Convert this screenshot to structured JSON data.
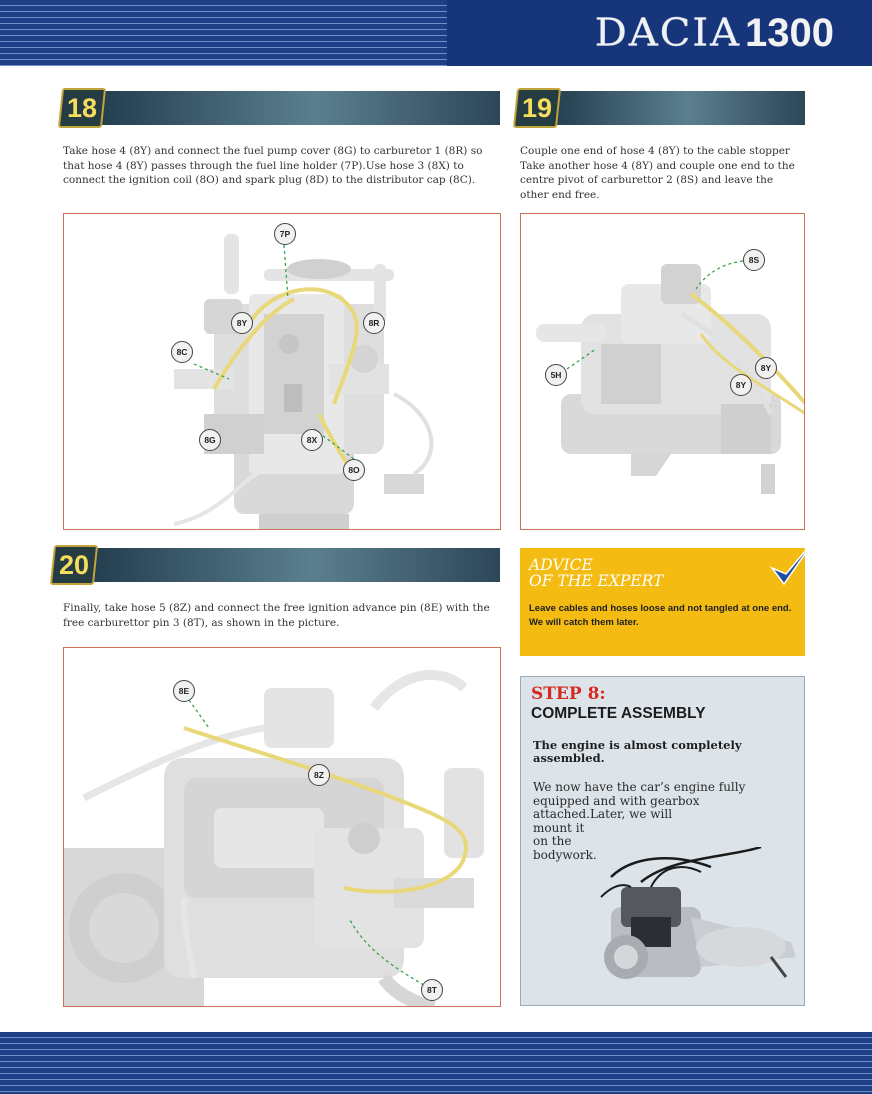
{
  "header": {
    "brand_word": "DACIA",
    "brand_number": "1300"
  },
  "steps": [
    {
      "number": "18",
      "text": "Take hose 4 (8Y) and connect the fuel pump cover (8G) to carburetor 1 (8R) so that hose 4 (8Y) passes through the fuel line holder (7P).Use hose 3 (8X) to connect the ignition coil (8O) and spark plug (8D) to the distributor cap (8C).",
      "callouts": [
        "7P",
        "8Y",
        "8R",
        "8C",
        "8G",
        "8X",
        "8O"
      ]
    },
    {
      "number": "19",
      "text_lines": [
        "Couple one end of hose 4 (8Y) to the cable stopper",
        "Take another hose 4 (8Y) and couple one end to the centre pivot of carburettor 2 (8S) and leave the other end free."
      ],
      "callouts": [
        "8S",
        "5H",
        "8Y",
        "8Y"
      ]
    },
    {
      "number": "20",
      "text": "Finally, take hose 5 (8Z) and connect the free ignition advance pin (8E) with the free carburettor pin 3 (8T), as shown in the picture.",
      "callouts": [
        "8E",
        "8Z",
        "8T"
      ]
    }
  ],
  "advice": {
    "title_line1": "ADVICE",
    "title_line2": "OF THE EXPERT",
    "text_line1": "Leave cables and hoses loose and not tangled at one end.",
    "text_line2": "We will catch them later.",
    "icon": "checkmark-icon"
  },
  "step8": {
    "label": "STEP 8:",
    "title": "COMPLETE ASSEMBLY",
    "lead": "The engine is almost completely assembled.",
    "body_lines": [
      "We now have the car’s engine fully",
      "equipped and with gearbox",
      "attached.Later, we will",
      "mount it",
      "on the",
      "bodywork."
    ]
  },
  "colors": {
    "header_blue": "#1c3f86",
    "step_number_yellow": "#f6dd5d",
    "photo_border": "#cd6e5a",
    "advice_yellow": "#f4bc12",
    "step8_red": "#d62a1e",
    "hose_yellow": "#e8d87a"
  }
}
